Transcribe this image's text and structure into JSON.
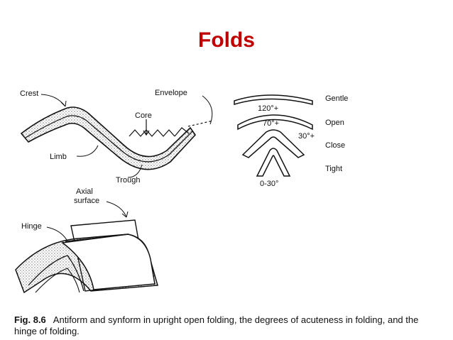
{
  "slide": {
    "title": "Folds"
  },
  "figure": {
    "top_labels": {
      "crest": "Crest",
      "envelope": "Envelope",
      "core": "Core",
      "limb": "Limb",
      "trough": "Trough"
    },
    "classes": [
      {
        "angle": "120°+",
        "name": "Gentle"
      },
      {
        "angle": "70°+",
        "name": "Open"
      },
      {
        "angle": "30°+",
        "name": "Close"
      },
      {
        "angle": "0-30°",
        "name": "Tight"
      }
    ],
    "bottom_labels": {
      "axial_line1": "Axial",
      "axial_line2": "surface",
      "hinge": "Hinge"
    }
  },
  "caption": {
    "label": "Fig. 8.6",
    "text": "Antiform and synform in upright open folding, the degrees of acuteness in folding, and the hinge of folding."
  }
}
